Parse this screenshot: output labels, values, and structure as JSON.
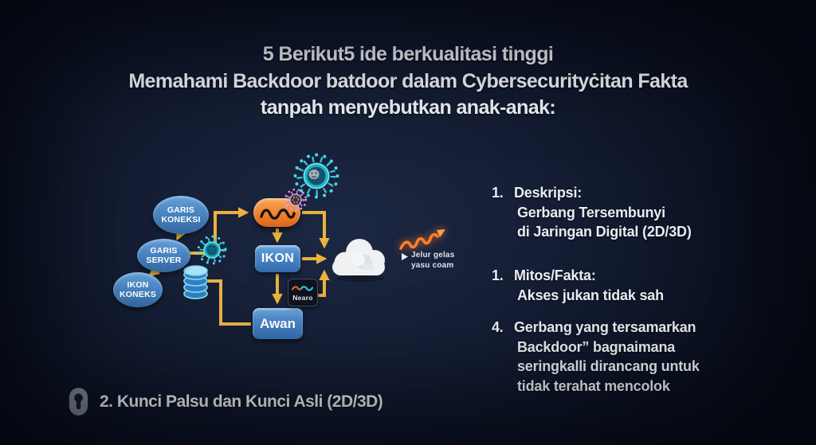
{
  "title": {
    "line1": "5 Berikut5 ide berkualitasi tinggi",
    "line2": "Memahami Backdoor batdoor dalam Cybersecurityċitan Fakta",
    "line3": "tanpah menyebutkan anak-anak:"
  },
  "diagram": {
    "nodes": {
      "garis_koneksi": "GARIS KONEKSI",
      "garis_server": "GARIS SERVER",
      "ikon_koneks": "IKON KONEKS",
      "ikon": "IKON",
      "awan": "Awan",
      "nearo": "Nearo"
    },
    "cloud_note": {
      "line1": "Jelur gelas",
      "line2": "yasu coam"
    }
  },
  "list": {
    "items": [
      {
        "number": "1.",
        "title": "Deskripsi:",
        "line1": "Gerbang Tersembunyi",
        "line2": "di Jaringan Digital (2D/3D)"
      },
      {
        "number": "1.",
        "title": "Mitos/Fakta:",
        "line1": "Akses jukan tidak sah"
      },
      {
        "number": "4.",
        "title": "Gerbang yang tersamarkan",
        "line1": "Backdoor” bagnaimana",
        "line2": "seringkalli dirancang untuk",
        "line3": "tidak terahat mencolok"
      }
    ]
  },
  "footer": {
    "text": "2. Kunci Palsu dan Kunci Asli (2D/3D)"
  },
  "colors": {
    "background": "#121b30",
    "arrow_yellow": "#eab23e",
    "node_blue": "#4a86c6",
    "capsule_orange": "#ef8836",
    "virus_teal": "#38cade",
    "virus_purple": "#d28ae0",
    "glow_orange": "#ff7e2e",
    "cloud_white": "#eff1f2",
    "text_light": "#eef1f6"
  }
}
